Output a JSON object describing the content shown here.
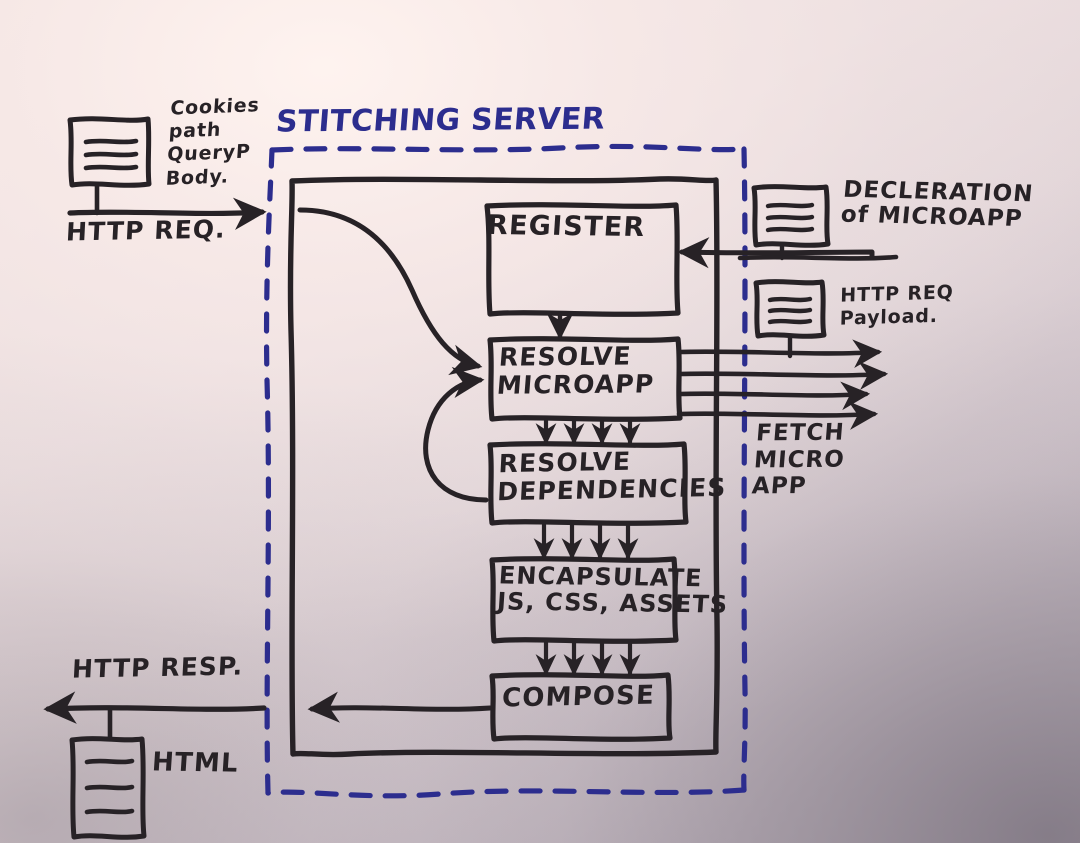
{
  "diagram": {
    "medium": "hand-drawn marker sketch on paper",
    "title": "STITCHING SERVER",
    "title_color": "#2c2d8e",
    "ink_color": "#272226",
    "paper_color": "#f2e4e3"
  },
  "boundary": {
    "name": "STITCHING SERVER",
    "style": "blue dashed rectangle"
  },
  "pipeline": {
    "steps": [
      {
        "id": "register",
        "label": "REGISTER"
      },
      {
        "id": "resolve_microapp",
        "line1": "RESOLVE",
        "line2": "MICROAPP"
      },
      {
        "id": "resolve_dependencies",
        "line1": "RESOLVE",
        "line2": "DEPENDENCIES"
      },
      {
        "id": "encapsulate",
        "line1": "ENCAPSULATE",
        "line2": "JS, CSS, ASSETS"
      },
      {
        "id": "compose",
        "label": "COMPOSE"
      }
    ]
  },
  "annotations": {
    "http_request": "HTTP REQ.",
    "request_payload": "Cookies\npath\nQueryP\nBody.",
    "http_response": "HTTP RESP.",
    "response_body": "HTML",
    "declaration": "DECLERATION\nof MICROAPP",
    "fetch_payload": "HTTP REQ\nPayload.",
    "fetch_microapp": "FETCH\nMICRO\nAPP"
  },
  "nodes": {
    "client_screen_icon": "monitor-icon",
    "html_document_icon": "document-icon",
    "declaration_icon": "monitor-icon",
    "payload_icon": "monitor-icon"
  }
}
